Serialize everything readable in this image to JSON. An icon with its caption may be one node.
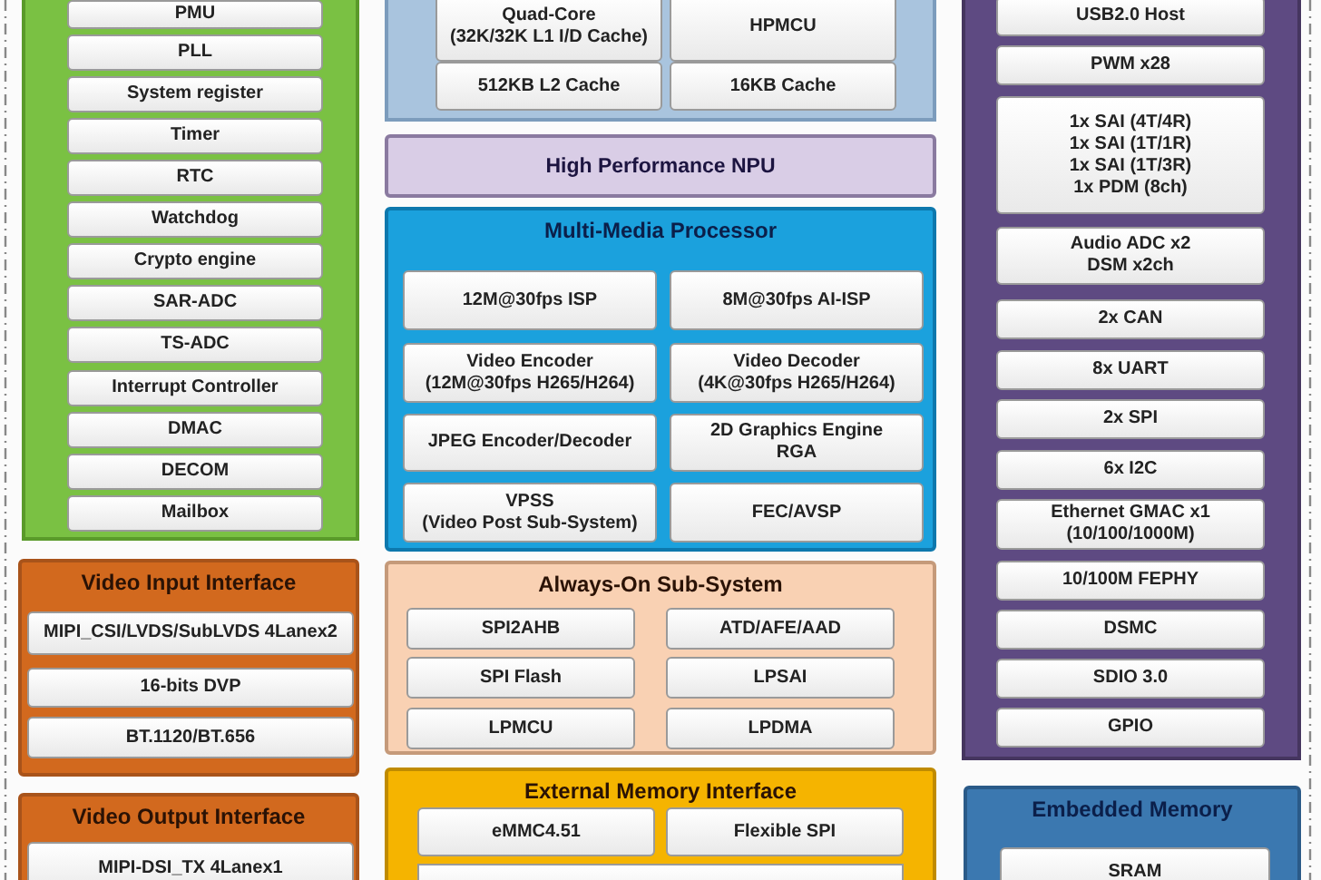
{
  "diagram": {
    "nodes": [
      {
        "text": [],
        "shape": "box"
      },
      {
        "text": [
          "PMU"
        ],
        "in": 0
      },
      {
        "text": [
          "PLL"
        ],
        "in": 0
      },
      {
        "text": [
          "System register"
        ],
        "in": 0
      },
      {
        "text": [
          "Timer"
        ],
        "in": 0
      },
      {
        "text": [
          "RTC"
        ],
        "in": 0
      },
      {
        "text": [
          "Watchdog"
        ],
        "in": 0
      },
      {
        "text": [
          "Crypto engine"
        ],
        "in": 0
      },
      {
        "text": [
          "SAR-ADC"
        ],
        "in": 0
      },
      {
        "text": [
          "TS-ADC"
        ],
        "in": 0
      },
      {
        "text": [
          "Interrupt Controller"
        ],
        "in": 0
      },
      {
        "text": [
          "DMAC"
        ],
        "in": 0
      },
      {
        "text": [
          "DECOM"
        ],
        "in": 0
      },
      {
        "text": [
          "Mailbox"
        ],
        "in": 0
      },
      {
        "text": [
          "Video Input Interface"
        ]
      },
      {
        "text": [
          "MIPI_CSI/LVDS/SubLVDS 4Lanex2"
        ],
        "in": 14
      },
      {
        "text": [
          "16-bits DVP"
        ],
        "in": 14
      },
      {
        "text": [
          "BT.1120/BT.656"
        ],
        "in": 14
      },
      {
        "text": [
          "Video Output Interface"
        ]
      },
      {
        "text": [
          "MIPI-DSI_TX 4Lanex1"
        ],
        "in": 18
      },
      {
        "text": [],
        "shape": "box"
      },
      {
        "text": [
          "Quad-Core (32K/32K L1 I/D Cache)"
        ],
        "in": 20
      },
      {
        "text": [
          "512KB L2 Cache"
        ],
        "in": 20
      },
      {
        "text": [
          "HPMCU"
        ],
        "in": 20
      },
      {
        "text": [
          "16KB Cache"
        ],
        "in": 20
      },
      {
        "text": [
          "High Performance NPU"
        ]
      },
      {
        "text": [
          "Multi-Media Processor"
        ]
      },
      {
        "text": [
          "12M@30fps ISP"
        ],
        "in": 26
      },
      {
        "text": [
          "8M@30fps AI-ISP"
        ],
        "in": 26
      },
      {
        "text": [
          "Video Encoder (12M@30fps H265/H264)"
        ],
        "in": 26
      },
      {
        "text": [
          "Video Decoder (4K@30fps H265/H264)"
        ],
        "in": 26
      },
      {
        "text": [
          "JPEG Encoder/Decoder"
        ],
        "in": 26
      },
      {
        "text": [
          "2D Graphics Engine RGA"
        ],
        "in": 26
      },
      {
        "text": [
          "VPSS (Video Post Sub-System)"
        ],
        "in": 26
      },
      {
        "text": [
          "FEC/AVSP"
        ],
        "in": 26
      },
      {
        "text": [
          "Always-On Sub-System"
        ]
      },
      {
        "text": [
          "SPI2AHB"
        ],
        "in": 35
      },
      {
        "text": [
          "ATD/AFE/AAD"
        ],
        "in": 35
      },
      {
        "text": [
          "SPI Flash"
        ],
        "in": 35
      },
      {
        "text": [
          "LPSAI"
        ],
        "in": 35
      },
      {
        "text": [
          "LPMCU"
        ],
        "in": 35
      },
      {
        "text": [
          "LPDMA"
        ],
        "in": 35
      },
      {
        "text": [
          "External Memory Interface"
        ]
      },
      {
        "text": [
          "eMMC4.51"
        ],
        "in": 42
      },
      {
        "text": [
          "Flexible SPI"
        ],
        "in": 42
      },
      {
        "text": [],
        "shape": "box",
        "in": 42
      },
      {
        "text": [],
        "shape": "box"
      },
      {
        "text": [
          "USB2.0 Host"
        ],
        "in": 46
      },
      {
        "text": [
          "PWM x28"
        ],
        "in": 46
      },
      {
        "text": [
          "1x SAI (4T/4R) 1x SAI (1T/1R) 1x SAI (1T/3R) 1x PDM (8ch)"
        ],
        "in": 46
      },
      {
        "text": [
          "Audio ADC x2 DSM x2ch"
        ],
        "in": 46
      },
      {
        "text": [
          "2x CAN"
        ],
        "in": 46
      },
      {
        "text": [
          "8x UART"
        ],
        "in": 46
      },
      {
        "text": [
          "2x SPI"
        ],
        "in": 46
      },
      {
        "text": [
          "6x I2C"
        ],
        "in": 46
      },
      {
        "text": [
          "Ethernet GMAC x1 (10/100/1000M)"
        ],
        "in": 46
      },
      {
        "text": [
          "10/100M FEPHY"
        ],
        "in": 46
      },
      {
        "text": [
          "DSMC"
        ],
        "in": 46
      },
      {
        "text": [
          "SDIO 3.0"
        ],
        "in": 46
      },
      {
        "text": [
          "GPIO"
        ],
        "in": 46
      },
      {
        "text": [
          "Embedded Memory"
        ]
      },
      {
        "text": [
          "SRAM"
        ],
        "in": 60
      }
    ]
  }
}
